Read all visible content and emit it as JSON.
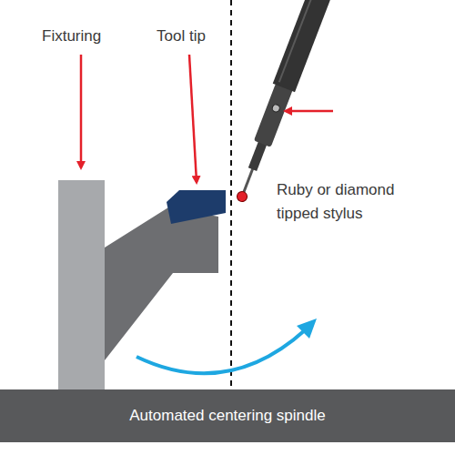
{
  "diagram": {
    "nodes": [
      {
        "text": [
          "Automated centering spindle"
        ]
      }
    ],
    "labels": [
      "Fixturing",
      "Tool tip",
      "Ruby or diamond tipped stylus"
    ]
  }
}
